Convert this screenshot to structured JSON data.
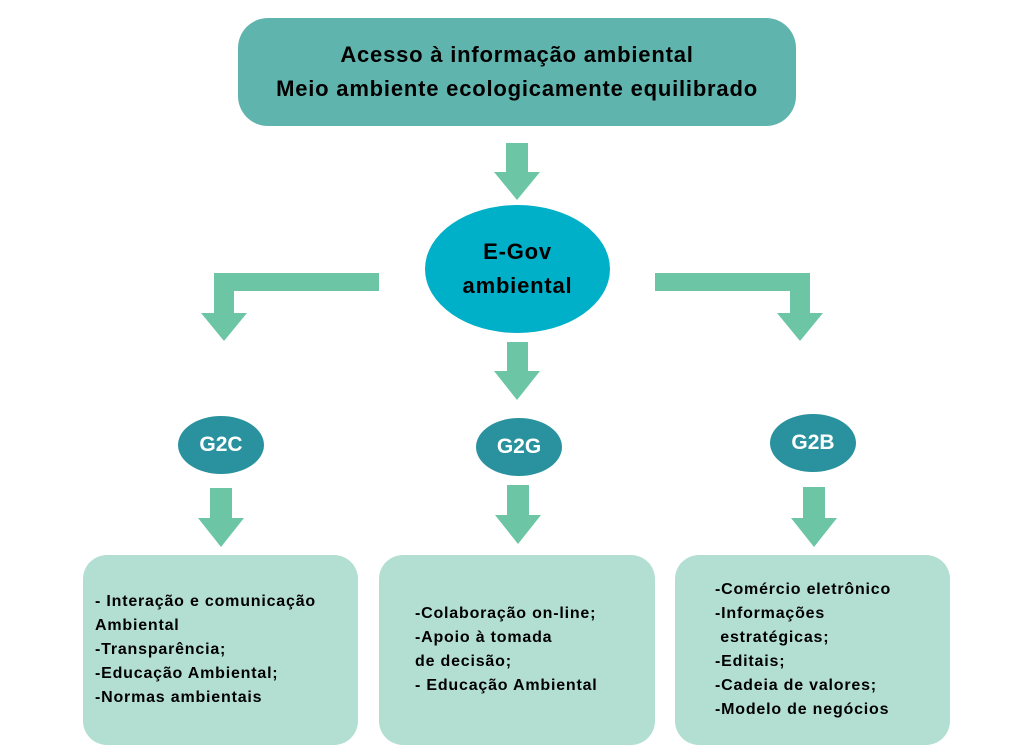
{
  "top_box": {
    "line1": "Acesso à informação ambiental",
    "line2": "Meio ambiente ecologicamente equilibrado"
  },
  "center": {
    "line1": "E-Gov",
    "line2": "ambiental"
  },
  "branches": [
    {
      "label": "G2C",
      "items": [
        "- Interação e comunicação",
        "Ambiental",
        "-Transparência;",
        "-Educação Ambiental;",
        "-Normas ambientais"
      ]
    },
    {
      "label": "G2G",
      "items": [
        "-Colaboração on-line;",
        "-Apoio à tomada",
        "de decisão;",
        "- Educação Ambiental"
      ]
    },
    {
      "label": "G2B",
      "items": [
        "-Comércio eletrônico",
        "-Informações",
        " estratégicas;",
        "-Editais;",
        "-Cadeia de valores;",
        "-Modelo de negócios"
      ]
    }
  ],
  "colors": {
    "top_box": "#5fb5ae",
    "center_ellipse": "#00b0c8",
    "branch_ellipse": "#29929e",
    "content_box": "#b2dfd1",
    "arrow": "#6cc6a6"
  }
}
